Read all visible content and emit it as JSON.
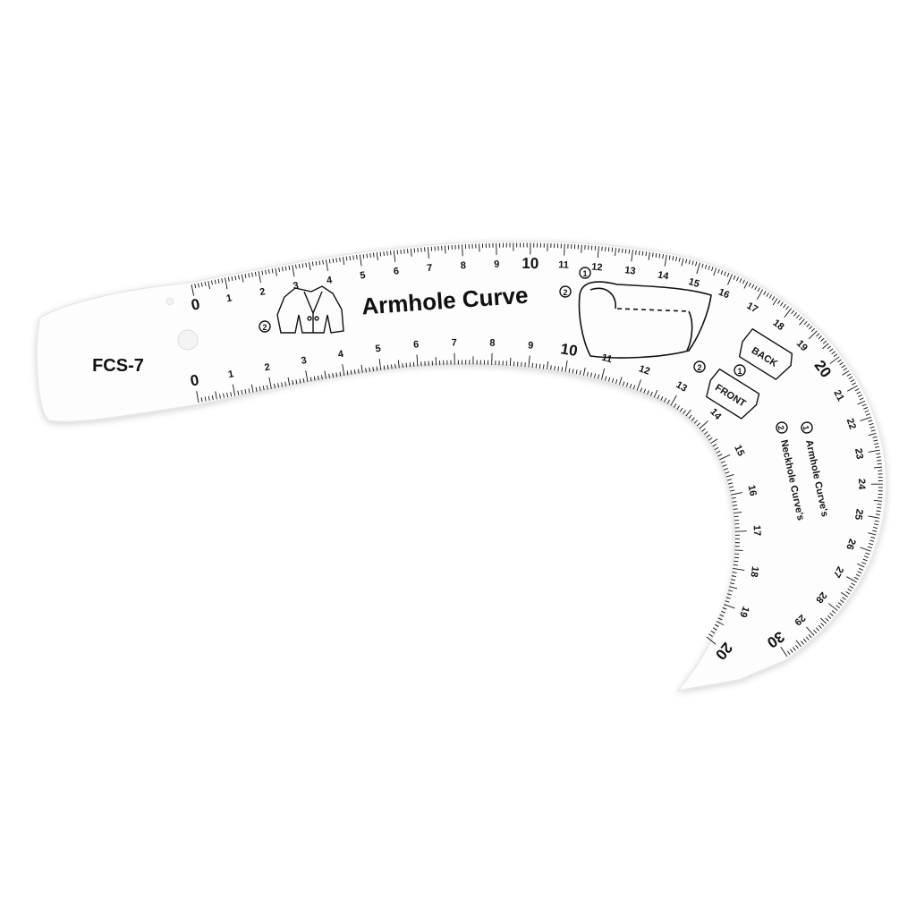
{
  "product": {
    "model": "FCS-7",
    "title": "Armhole Curve",
    "legend": [
      {
        "num": "1",
        "label": "Armhole Curve's"
      },
      {
        "num": "2",
        "label": "Neckhole Curve's"
      }
    ],
    "tags": {
      "back": "BACK",
      "front": "FRONT"
    }
  },
  "scales": {
    "outer": {
      "labels": [
        "0",
        "1",
        "2",
        "3",
        "4",
        "5",
        "6",
        "7",
        "8",
        "9",
        "10",
        "11",
        "12",
        "13",
        "14",
        "15",
        "16",
        "17",
        "18",
        "19",
        "20",
        "21",
        "22",
        "23",
        "24",
        "25",
        "26",
        "27",
        "28",
        "29",
        "30"
      ]
    },
    "inner": {
      "labels": [
        "0",
        "1",
        "2",
        "3",
        "4",
        "5",
        "6",
        "7",
        "8",
        "9",
        "10",
        "11",
        "12",
        "13",
        "14",
        "15",
        "16",
        "17",
        "18",
        "19",
        "20"
      ]
    }
  },
  "colors": {
    "ruler_fill": "#fdfdfd",
    "ink": "#111111",
    "background": "#ffffff"
  }
}
